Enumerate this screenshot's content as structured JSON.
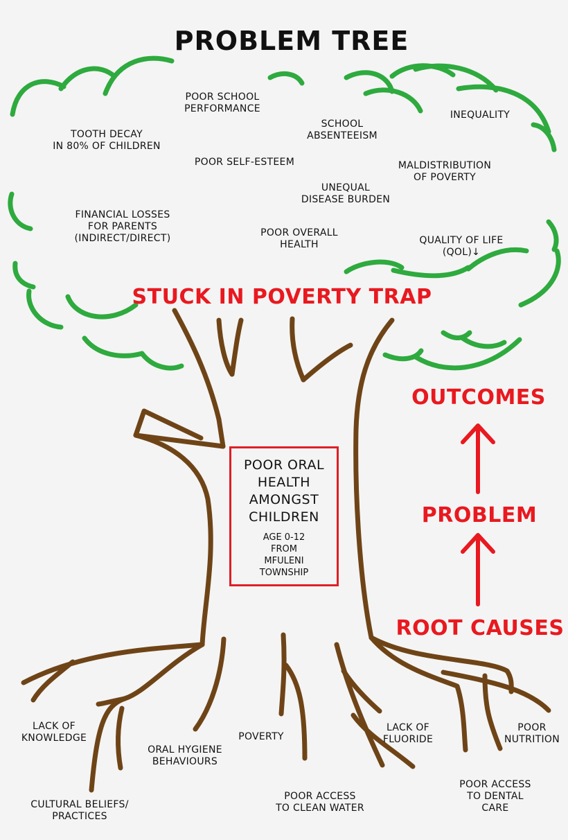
{
  "title": "PROBLEM TREE",
  "colors": {
    "foliage": "#2eaa3e",
    "trunk": "#6e4417",
    "accent": "#e01f26",
    "text": "#111111",
    "background": "#f4f4f4"
  },
  "effects": [
    "TOOTH DECAY\nIN 80% OF CHILDREN",
    "POOR SCHOOL\nPERFORMANCE",
    "SCHOOL\nABSENTEEISM",
    "INEQUALITY",
    "POOR SELF-ESTEEM",
    "MALDISTRIBUTION\nOF POVERTY",
    "UNEQUAL\nDISEASE BURDEN",
    "FINANCIAL LOSSES\nFOR PARENTS\n(INDIRECT/DIRECT)",
    "POOR OVERALL\nHEALTH",
    "QUALITY OF LIFE (QOL)↓"
  ],
  "trap": "STUCK IN POVERTY TRAP",
  "core_problem": {
    "main": "POOR ORAL\nHEALTH\nAMONGST\nCHILDREN",
    "sub": "AGE 0-12\nFROM\nMFULENI\nTOWNSHIP"
  },
  "legend": {
    "outcomes": "OUTCOMES",
    "problem": "PROBLEM",
    "root_causes": "ROOT CAUSES"
  },
  "causes": [
    "LACK OF\nKNOWLEDGE",
    "CULTURAL BELIEFS/\nPRACTICES",
    "ORAL HYGIENE\nBEHAVIOURS",
    "POVERTY",
    "POOR ACCESS\nTO CLEAN WATER",
    "LACK OF\nFLUORIDE",
    "POOR ACCESS\nTO DENTAL CARE",
    "POOR\nNUTRITION"
  ]
}
